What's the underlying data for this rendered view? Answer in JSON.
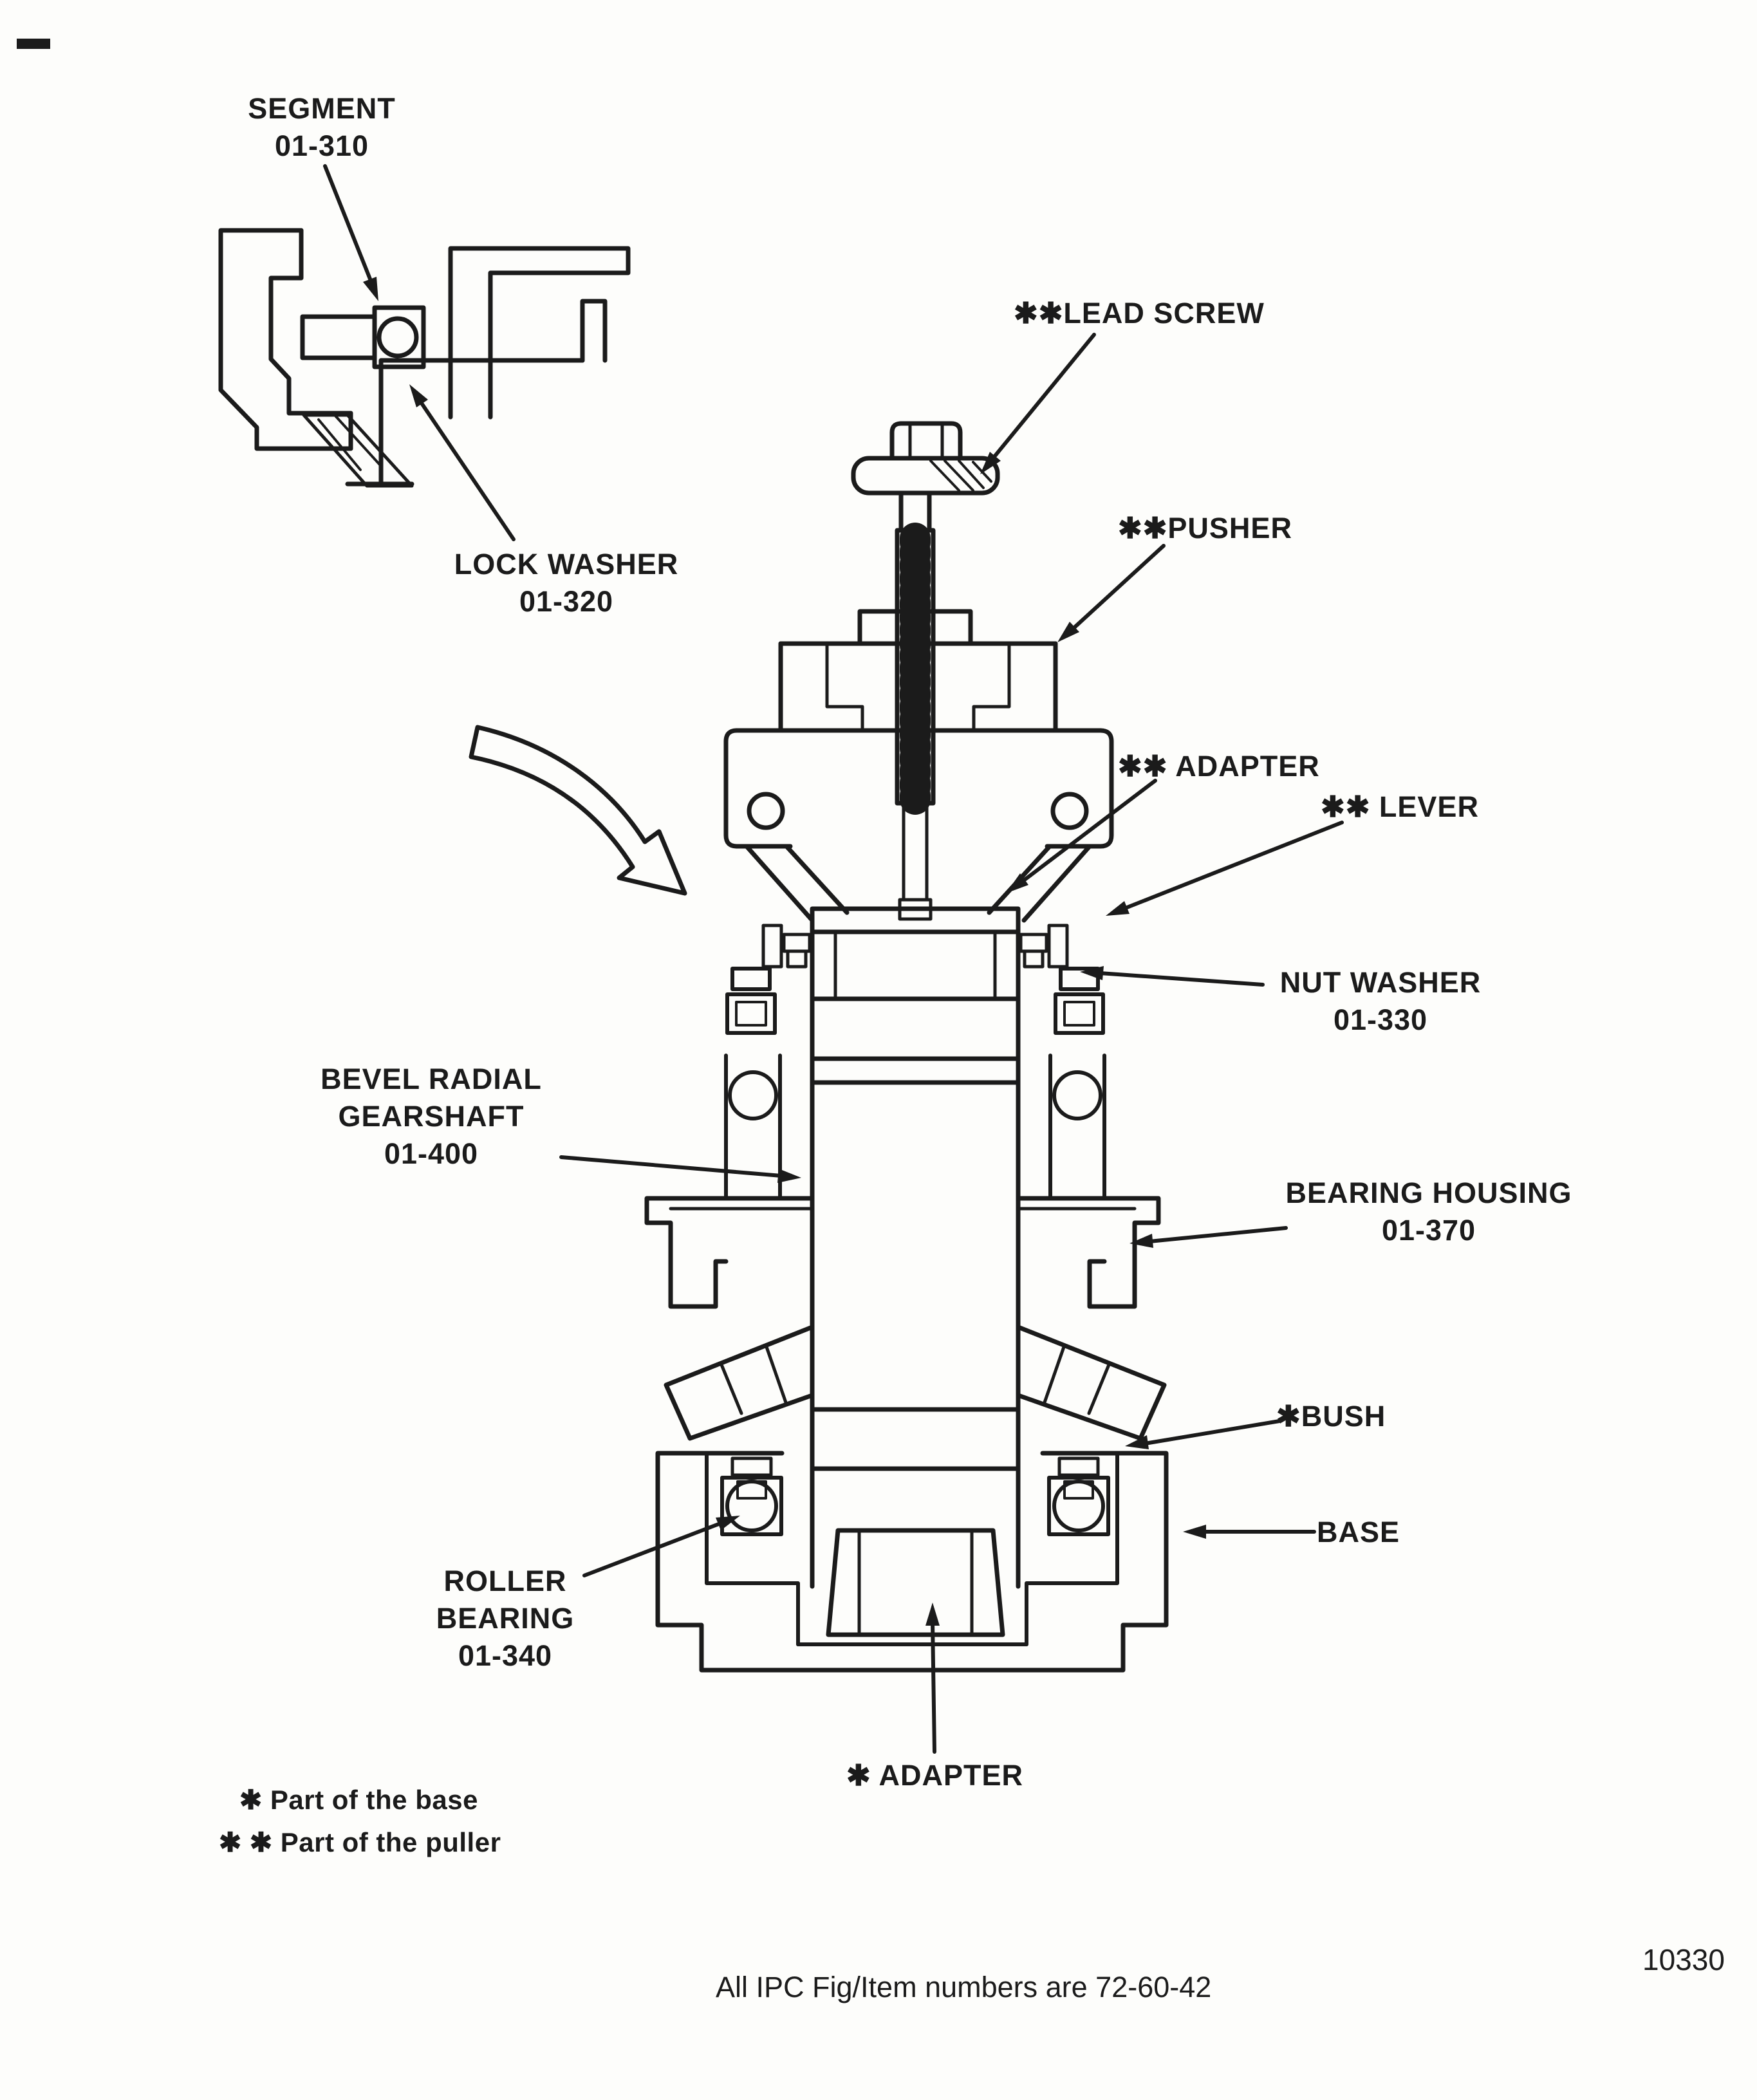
{
  "page": {
    "caption": "All IPC Fig/Item numbers are 72-60-42",
    "figure_number": "10330"
  },
  "footnotes": [
    "✱ Part of the base",
    "✱ ✱ Part of the puller"
  ],
  "labels": {
    "segment": {
      "lines": [
        "SEGMENT",
        "01-310"
      ]
    },
    "lock_washer": {
      "lines": [
        "LOCK WASHER",
        "01-320"
      ]
    },
    "lead_screw": {
      "text": "✱✱LEAD SCREW"
    },
    "pusher": {
      "text": "✱✱PUSHER"
    },
    "adapter_upper": {
      "text": "✱✱ ADAPTER"
    },
    "lever": {
      "text": "✱✱ LEVER"
    },
    "nut_washer": {
      "lines": [
        "NUT WASHER",
        "01-330"
      ]
    },
    "bevel_radial_gearshaft": {
      "lines": [
        "BEVEL RADIAL",
        "GEARSHAFT",
        "01-400"
      ]
    },
    "bearing_housing": {
      "lines": [
        "BEARING HOUSING",
        "01-370"
      ]
    },
    "bush": {
      "text": "✱BUSH"
    },
    "base": {
      "text": "BASE"
    },
    "roller_bearing": {
      "lines": [
        "ROLLER",
        "BEARING",
        "01-340"
      ]
    },
    "adapter_lower": {
      "text": "✱ ADAPTER"
    }
  },
  "colors": {
    "ink": "#1b1b1b",
    "paper": "#fdfdfb"
  }
}
